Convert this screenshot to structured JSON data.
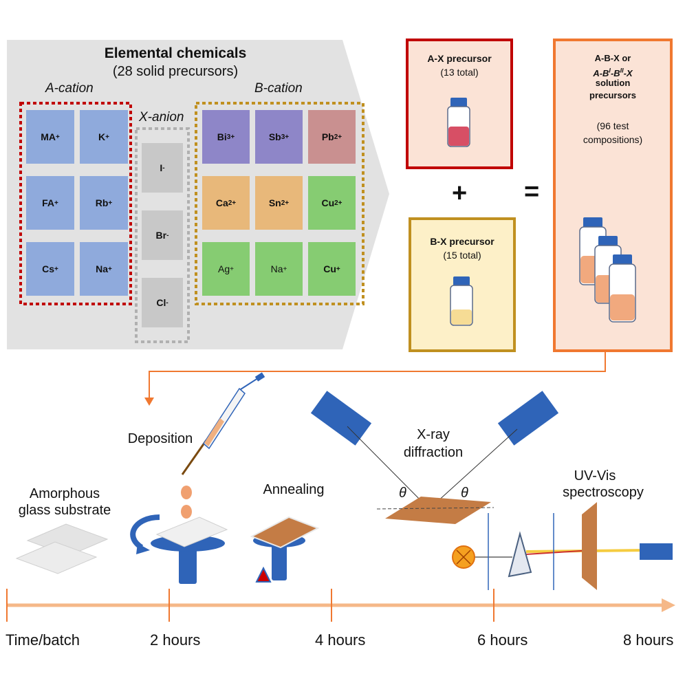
{
  "elemental": {
    "title": "Elemental chemicals",
    "subtitle": "(28 solid precursors)",
    "a_cation_label": "A-cation",
    "x_anion_label": "X-anion",
    "b_cation_label": "B-cation"
  },
  "a_cations": [
    {
      "base": "MA",
      "sup": "+"
    },
    {
      "base": "K",
      "sup": "+"
    },
    {
      "base": "FA",
      "sup": "+"
    },
    {
      "base": "Rb",
      "sup": "+"
    },
    {
      "base": "Cs",
      "sup": "+"
    },
    {
      "base": "Na",
      "sup": "+"
    }
  ],
  "x_anions": [
    {
      "base": "I",
      "sup": "-"
    },
    {
      "base": "Br",
      "sup": "-"
    },
    {
      "base": "Cl",
      "sup": "-"
    }
  ],
  "b_cations": [
    {
      "base": "Bi",
      "sup": "3+",
      "bold": true
    },
    {
      "base": "Sb",
      "sup": "3+",
      "bold": true
    },
    {
      "base": "Pb",
      "sup": "2+",
      "bold": true
    },
    {
      "base": "Ca",
      "sup": "2+",
      "bold": true
    },
    {
      "base": "Sn",
      "sup": "2+",
      "bold": true
    },
    {
      "base": "Cu",
      "sup": "2+",
      "bold": true
    },
    {
      "base": "Ag",
      "sup": "+",
      "bold": false
    },
    {
      "base": "Na",
      "sup": "+",
      "bold": false
    },
    {
      "base": "Cu",
      "sup": "+",
      "bold": true
    }
  ],
  "colors": {
    "a_cation": "#8faadc",
    "x_anion": "#c8c8c8",
    "bi_sb": "#8e86c8",
    "pb": "#c99090",
    "ca_sn": "#e8b87a",
    "green": "#86cc72",
    "red_dash": "#c00000",
    "gold_dash": "#c09020",
    "orange": "#f07830",
    "blue_part": "#2f64b8"
  },
  "ax_box": {
    "title": "A-X precursor",
    "count": "(13 total)"
  },
  "bx_box": {
    "title": "B-X precursor",
    "count": "(15 total)"
  },
  "abx_box": {
    "line1": "A-B-X or",
    "line2": "A-B",
    "line2_sup1": "I",
    "line2_mid": "-B",
    "line2_sup2": "II",
    "line2_end": "-X",
    "line3": "solution",
    "line4": "precursors",
    "line5": "(96 test",
    "line6": "compositions)"
  },
  "operators": {
    "plus": "+",
    "equals": "="
  },
  "steps": {
    "substrate_1": "Amorphous",
    "substrate_2": "glass substrate",
    "deposition": "Deposition",
    "annealing": "Annealing",
    "xrd_1": "X-ray",
    "xrd_2": "diffraction",
    "uv_1": "UV-Vis",
    "uv_2": "spectroscopy",
    "theta": "θ"
  },
  "timeline": [
    "Time/batch",
    "2 hours",
    "4 hours",
    "6 hours",
    "8 hours"
  ]
}
